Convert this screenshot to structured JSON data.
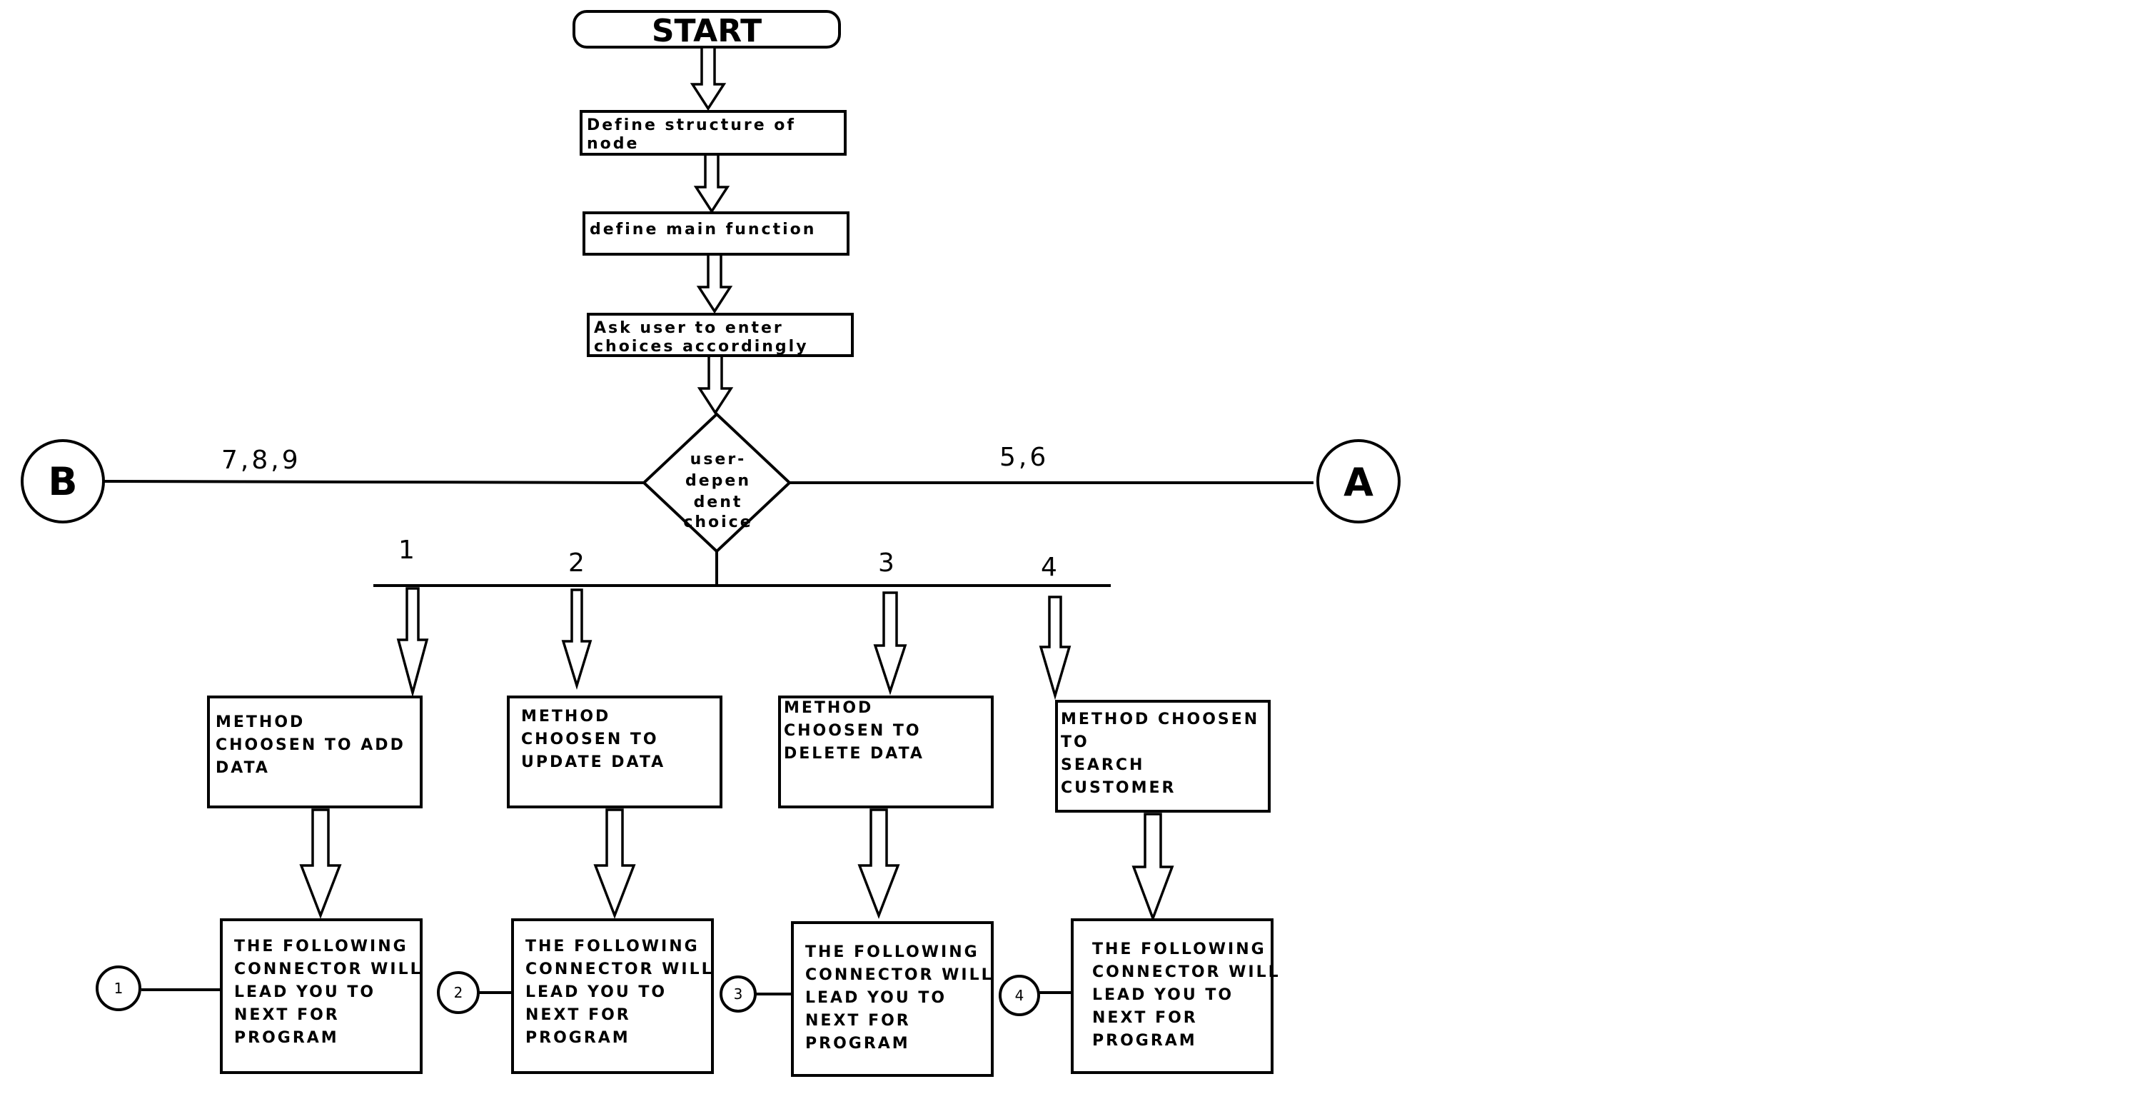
{
  "start": {
    "label": "START"
  },
  "steps": {
    "define_structure": [
      "Define structure of",
      "node"
    ],
    "define_main": [
      "define main function"
    ],
    "ask_user": [
      "Ask user to enter",
      "choices accordingly"
    ]
  },
  "decision": {
    "lines": [
      "user-",
      "depen",
      "dent",
      "choice"
    ]
  },
  "branches": {
    "left_label": "7,8,9",
    "right_label": "5,6",
    "left_connector": "B",
    "right_connector": "A"
  },
  "choice_numbers": [
    "1",
    "2",
    "3",
    "4"
  ],
  "methods": [
    [
      "METHOD",
      "CHOOSEN TO ADD",
      "DATA"
    ],
    [
      "METHOD",
      "CHOOSEN TO",
      "UPDATE DATA"
    ],
    [
      "METHOD",
      "CHOOSEN TO",
      "DELETE DATA"
    ],
    [
      "METHOD CHOOSEN",
      "TO",
      "SEARCH",
      "CUSTOMER"
    ]
  ],
  "followups": [
    [
      "THE FOLLOWING",
      "CONNECTOR WILL",
      "LEAD YOU TO",
      "NEXT FOR",
      "PROGRAM"
    ],
    [
      "THE FOLLOWING",
      "CONNECTOR WILL",
      "LEAD YOU TO",
      "NEXT FOR",
      "PROGRAM"
    ],
    [
      "THE FOLLOWING",
      "CONNECTOR WILL",
      "LEAD YOU TO",
      "NEXT FOR",
      "PROGRAM"
    ],
    [
      "THE FOLLOWING",
      "CONNECTOR WILL",
      "LEAD YOU TO",
      "NEXT FOR",
      "PROGRAM"
    ]
  ],
  "end_connectors": [
    "1",
    "2",
    "3",
    "4"
  ]
}
